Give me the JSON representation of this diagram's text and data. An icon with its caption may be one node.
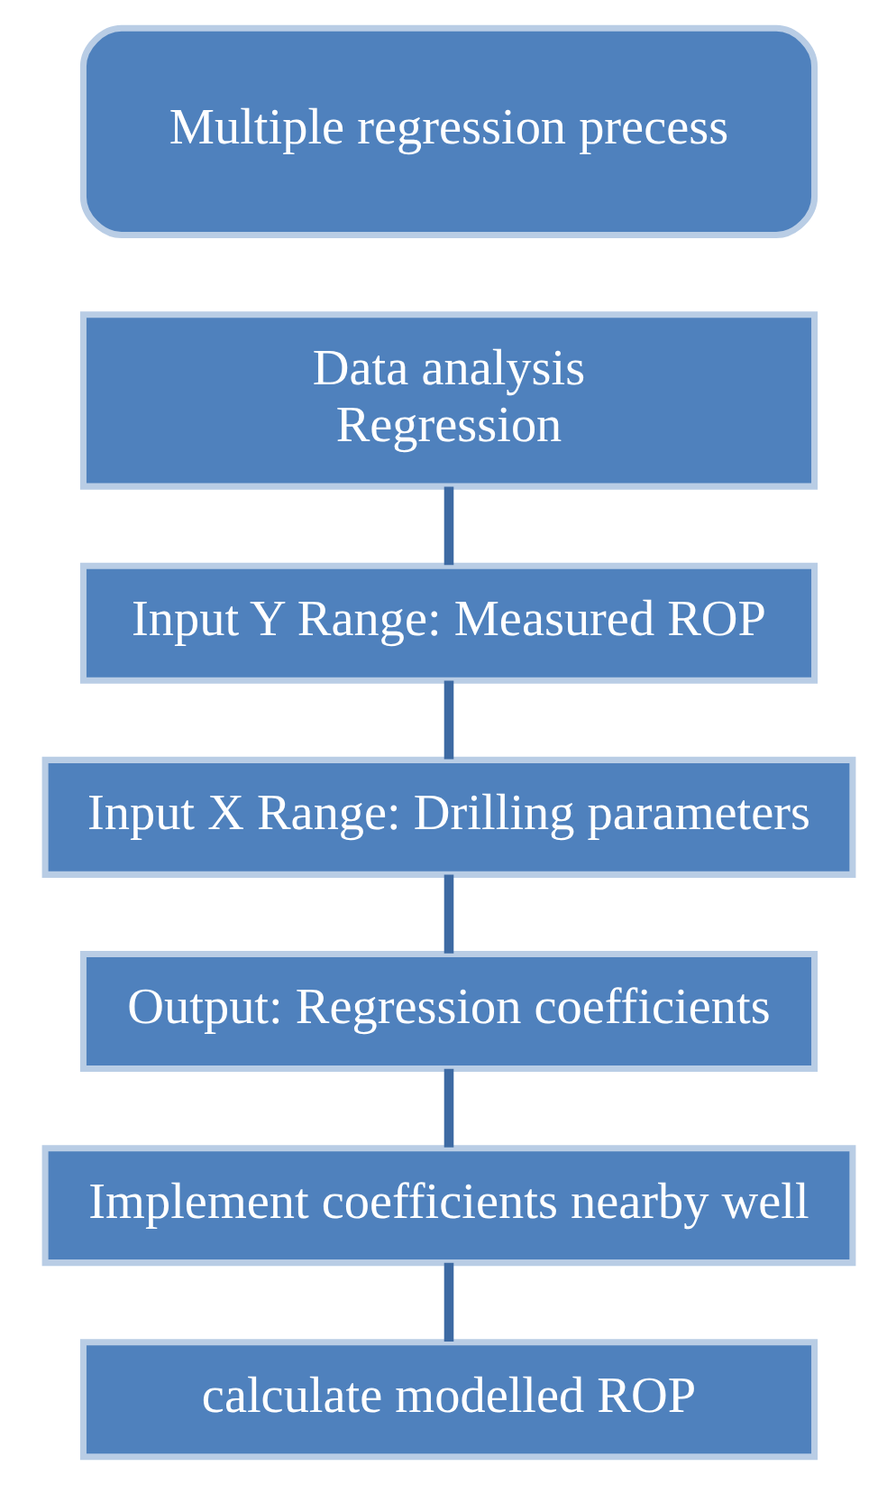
{
  "diagram": {
    "nodes": [
      {
        "text": [
          "Multiple regression precess"
        ]
      },
      {
        "text": [
          "Data analysis",
          "Regression"
        ]
      },
      {
        "text": [
          "Input Y Range: Measured ROP"
        ]
      },
      {
        "text": [
          "Input X Range: Drilling parameters"
        ]
      },
      {
        "text": [
          "Output: Regression coefficients"
        ]
      },
      {
        "text": [
          "Implement coefficients nearby well"
        ]
      },
      {
        "text": [
          "calculate modelled ROP"
        ]
      }
    ],
    "edges": [
      {
        "from": 1,
        "to": 2,
        "arrow": "none"
      },
      {
        "from": 2,
        "to": 3,
        "arrow": "none"
      },
      {
        "from": 3,
        "to": 4,
        "arrow": "none"
      },
      {
        "from": 4,
        "to": 5,
        "arrow": "none"
      },
      {
        "from": 5,
        "to": 6,
        "arrow": "none"
      }
    ]
  }
}
